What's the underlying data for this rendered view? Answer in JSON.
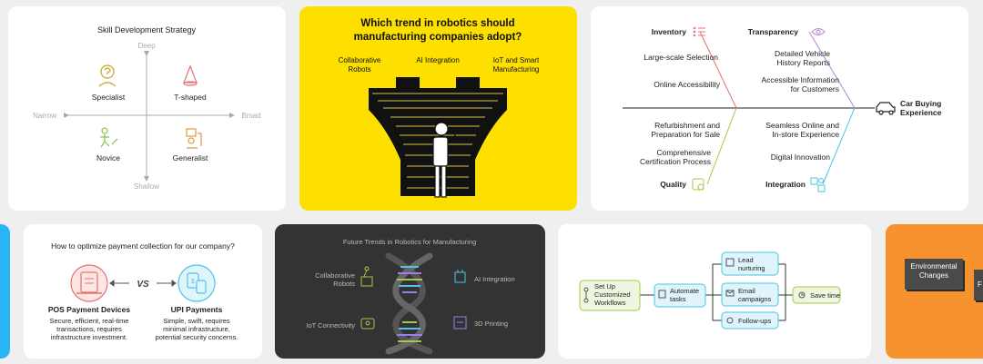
{
  "skill": {
    "title": "Skill Development Strategy",
    "axis": {
      "top": "Deep",
      "bottom": "Shallow",
      "left": "Narrow",
      "right": "Broad"
    },
    "quadrants": [
      {
        "label": "Specialist",
        "icon": "thinking-person-icon"
      },
      {
        "label": "T-shaped",
        "icon": "cone-icon"
      },
      {
        "label": "Novice",
        "icon": "learner-icon"
      },
      {
        "label": "Generalist",
        "icon": "multitask-icon"
      }
    ]
  },
  "robot_trend": {
    "title_line1": "Which trend in robotics should",
    "title_line2": "manufacturing companies adopt?",
    "options": [
      {
        "line1": "Collaborative",
        "line2": "Robots"
      },
      {
        "line1": "AI Integration",
        "line2": ""
      },
      {
        "line1": "IoT and Smart",
        "line2": "Manufacturing"
      }
    ],
    "bg_color": "#fde000"
  },
  "car_buying": {
    "center_line1": "Car Buying",
    "center_line2": "Experience",
    "categories": {
      "inventory": "Inventory",
      "transparency": "Transparency",
      "quality": "Quality",
      "integration": "Integration"
    },
    "items": {
      "large_scale": "Large-scale Selection",
      "online_access": "Online Accessibility",
      "vehicle_history_1": "Detailed Vehicle",
      "vehicle_history_2": "History Reports",
      "accessible_info_1": "Accessible Information",
      "accessible_info_2": "for Customers",
      "refurb_1": "Refurbishment and",
      "refurb_2": "Preparation for Sale",
      "cert_1": "Comprehensive",
      "cert_2": "Certification Process",
      "seamless_1": "Seamless Online and",
      "seamless_2": "In-store Experience",
      "digital": "Digital Innovation"
    },
    "colors": {
      "inventory": "#e57373",
      "transparency": "#b388d8",
      "quality": "#a5c84a",
      "integration": "#4fc3e8"
    }
  },
  "payment": {
    "title": "How to optimize payment collection for our company?",
    "vs": "VS",
    "pos": {
      "title": "POS Payment Devices",
      "desc_1": "Secure, efficient, real-time",
      "desc_2": "transactions, requires",
      "desc_3": "infrastructure investment."
    },
    "upi": {
      "title": "UPI Payments",
      "desc_1": "Simple, swift, requires",
      "desc_2": "minimal infrastructure,",
      "desc_3": "potential security concerns."
    }
  },
  "future": {
    "title": "Future Trends in Robotics for Manufacturing",
    "items": {
      "collab_1": "Collaborative",
      "collab_2": "Robots",
      "ai": "AI Integration",
      "iot": "IoT Connectivity",
      "printing": "3D Printing"
    }
  },
  "workflow": {
    "setup_1": "Set Up",
    "setup_2": "Customized",
    "setup_3": "Workflows",
    "automate_1": "Automate",
    "automate_2": "tasks",
    "lead_1": "Lead",
    "lead_2": "nurturing",
    "email_1": "Email",
    "email_2": "campaigns",
    "followups": "Follow-ups",
    "save_time": "Save time"
  },
  "env": {
    "label_1": "Environmental",
    "label_2": "Changes",
    "partial": "F"
  }
}
